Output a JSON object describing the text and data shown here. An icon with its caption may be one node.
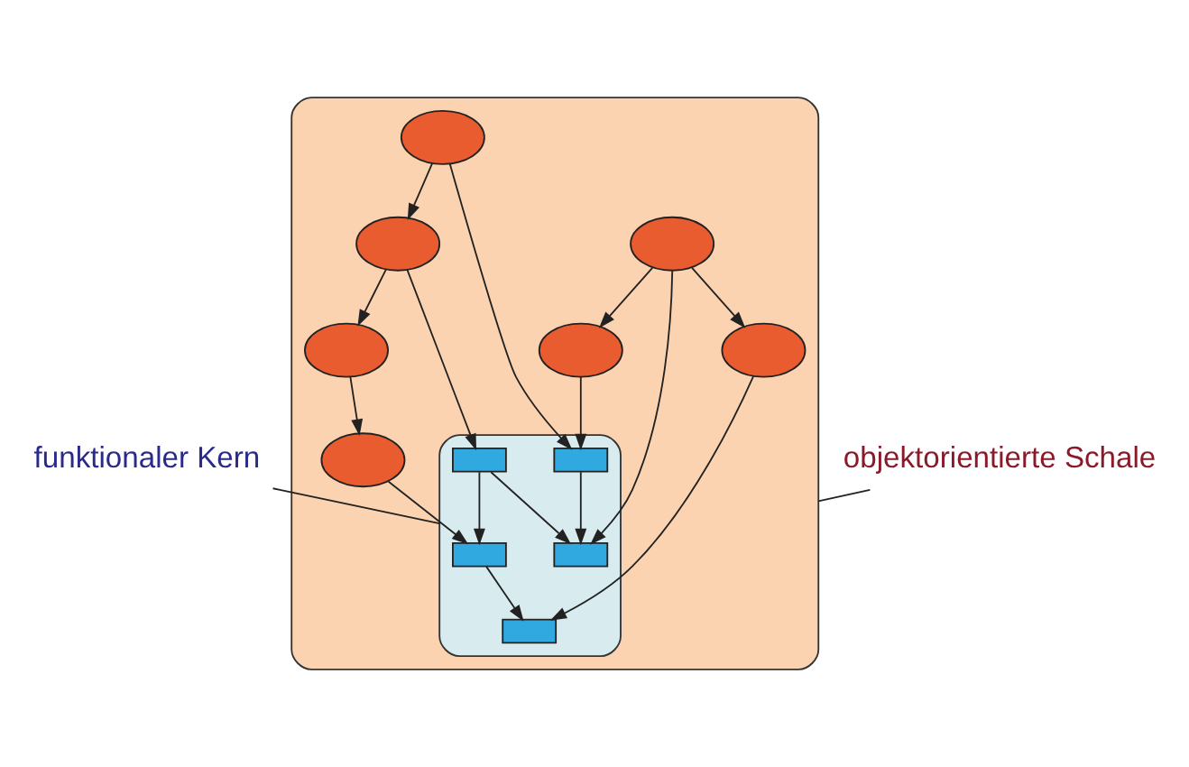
{
  "diagram": {
    "nodes": [
      {
        "text": [
          "funktionaler Kern"
        ]
      },
      {
        "text": [],
        "shape": "ellipse"
      },
      {
        "text": [],
        "shape": "ellipse",
        "in": 1
      },
      {
        "text": [],
        "shape": "circle",
        "in": 1
      },
      {
        "text": [],
        "shape": "circle",
        "in": 1
      },
      {
        "text": [],
        "shape": "circle",
        "in": 1
      },
      {
        "text": [],
        "shape": "circle",
        "in": 1
      },
      {
        "text": [],
        "shape": "circle",
        "in": 1
      },
      {
        "text": [],
        "shape": "circle",
        "in": 1
      },
      {
        "text": [],
        "shape": "circle",
        "in": 1
      },
      {
        "text": [],
        "shape": "box",
        "in": 2
      },
      {
        "text": [],
        "shape": "box",
        "in": 2
      },
      {
        "text": [],
        "shape": "box",
        "in": 2
      },
      {
        "text": [],
        "shape": "box",
        "in": 2
      },
      {
        "text": [],
        "shape": "box",
        "in": 2
      },
      {
        "text": [
          "objektorientierte Schale"
        ]
      }
    ],
    "edges": [
      {
        "from": 0,
        "to": 2,
        "arrow": "none"
      },
      {
        "from": 3,
        "to": 4,
        "arrow": "to"
      },
      {
        "from": 3,
        "to": 5,
        "arrow": "to"
      },
      {
        "from": 3,
        "to": 10,
        "arrow": "to"
      },
      {
        "from": 5,
        "to": 11,
        "arrow": "to"
      },
      {
        "from": 4,
        "to": 12,
        "arrow": "to"
      },
      {
        "from": 12,
        "to": 10,
        "arrow": "to"
      },
      {
        "from": 7,
        "to": 12,
        "arrow": "to"
      },
      {
        "from": 13,
        "to": 10,
        "arrow": "to"
      },
      {
        "from": 13,
        "to": 14,
        "arrow": "to"
      },
      {
        "from": 14,
        "to": 11,
        "arrow": "to"
      },
      {
        "from": 6,
        "to": 14,
        "arrow": "to"
      },
      {
        "from": 7,
        "to": 8,
        "arrow": "to"
      },
      {
        "from": 8,
        "to": 13,
        "arrow": "to"
      },
      {
        "from": 8,
        "to": 9,
        "arrow": "to"
      },
      {
        "from": 9,
        "to": 6,
        "arrow": "to"
      },
      {
        "from": 15,
        "to": 1,
        "arrow": "none"
      }
    ]
  }
}
